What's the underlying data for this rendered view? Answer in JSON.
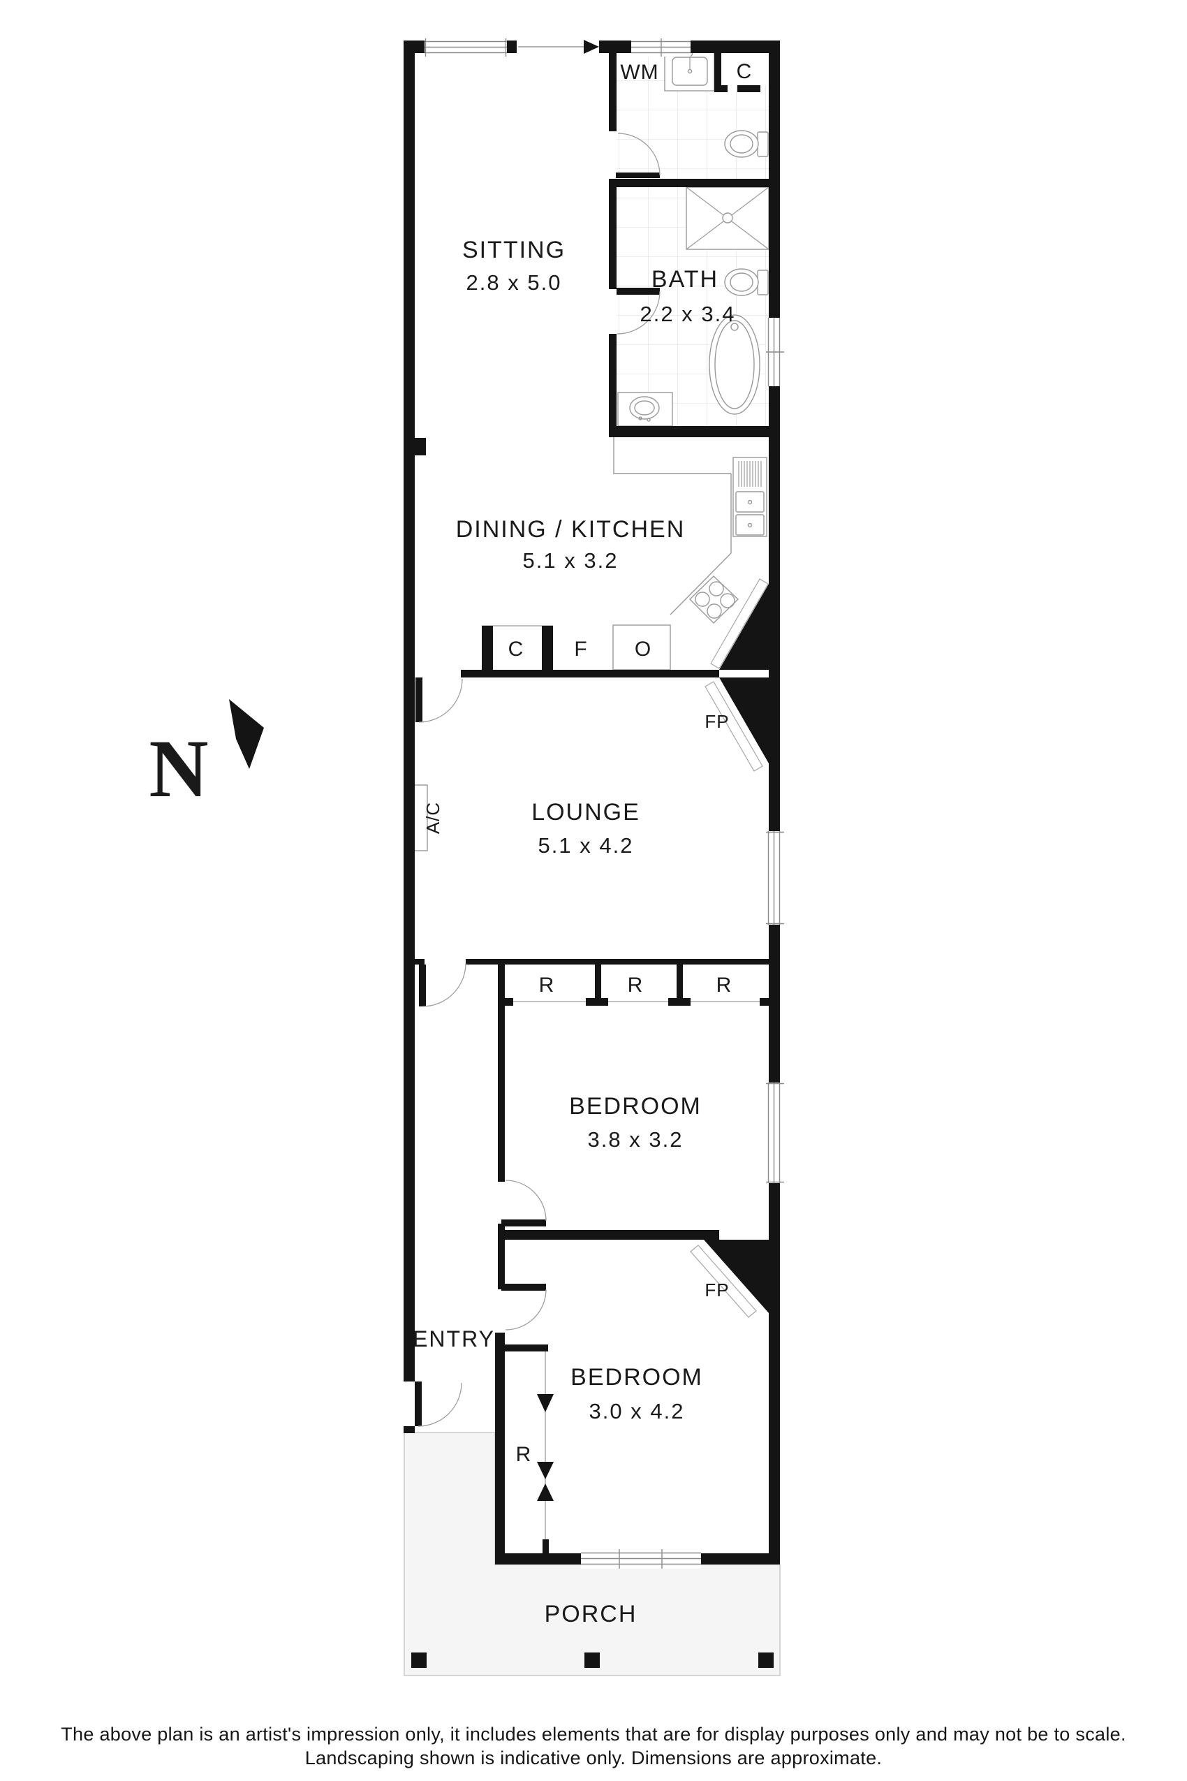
{
  "north": {
    "letter": "N"
  },
  "rooms": {
    "sitting": {
      "name": "SITTING",
      "dims": "2.8 x 5.0"
    },
    "bath": {
      "name": "BATH",
      "dims": "2.2 x 3.4"
    },
    "dining_kitchen": {
      "name": "DINING / KITCHEN",
      "dims": "5.1 x 3.2"
    },
    "lounge": {
      "name": "LOUNGE",
      "dims": "5.1 x 4.2"
    },
    "bedroom1": {
      "name": "BEDROOM",
      "dims": "3.8 x 3.2"
    },
    "bedroom2": {
      "name": "BEDROOM",
      "dims": "3.0 x 4.2"
    },
    "entry": {
      "name": "ENTRY"
    },
    "porch": {
      "name": "PORCH"
    }
  },
  "labels": {
    "washing_machine": "WM",
    "linen_closet": "C",
    "cupboard": "C",
    "fridge": "F",
    "oven": "O",
    "robe": "R",
    "fireplace": "FP",
    "air_conditioner": "A/C"
  },
  "disclaimer": {
    "line1": "The above plan is an artist's impression only, it includes elements that are for display purposes only and may not be to scale.",
    "line2": "Landscaping shown is indicative only. Dimensions are approximate."
  },
  "colors": {
    "wall": "#141414",
    "fixture_line": "#9a9a9a",
    "tile_line": "#dcdcdc",
    "porch_fill": "#f5f5f5",
    "porch_edge": "#c9c9c9",
    "text": "#1a1a1a"
  }
}
